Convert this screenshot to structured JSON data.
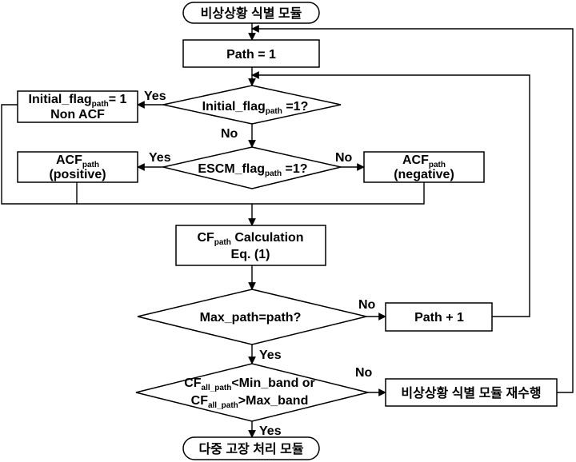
{
  "nodes": {
    "start": "비상상황 식별 모듈",
    "path_init": "Path = 1",
    "d_initial": {
      "base": "Initial_flag",
      "sub": "path",
      "tail": " =1?"
    },
    "b_initial": {
      "base": "Initial_flag",
      "sub": "path",
      "tail": "= 1",
      "line2": "Non ACF"
    },
    "d_escm": {
      "base": "ESCM_flag",
      "sub": "path",
      "tail": " =1?"
    },
    "b_acf_pos": {
      "base": "ACF",
      "sub": "path",
      "line2": "(positive)"
    },
    "b_acf_neg": {
      "base": "ACF",
      "sub": "path",
      "line2": "(negative)"
    },
    "b_calc": {
      "base": "CF",
      "sub": "path",
      "tail": " Calculation",
      "line2": "Eq. (1)"
    },
    "d_max": "Max_path=path?",
    "b_next": "Path + 1",
    "d_band": {
      "base1": "CF",
      "sub1": "all_path",
      "tail1": "<Min_band or",
      "base2": "CF",
      "sub2": "all_path",
      "tail2": ">Max_band"
    },
    "b_redo": "비상상황 식별 모듈 재수행",
    "end": "다중 고장 처리 모듈"
  },
  "edges": {
    "yes": "Yes",
    "no": "No"
  }
}
